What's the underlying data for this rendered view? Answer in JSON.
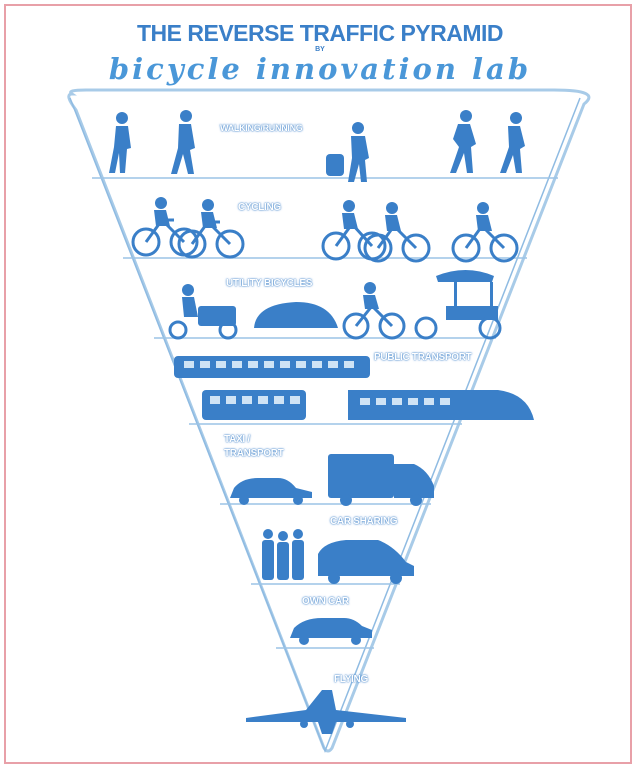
{
  "header": {
    "title": "THE REVERSE TRAFFIC PYRAMID",
    "by": "BY",
    "subtitle": "bicycle innovation lab"
  },
  "levels": [
    {
      "label": "WALKING/RUNNING"
    },
    {
      "label": "CYCLING"
    },
    {
      "label": "UTILITY BICYCLES"
    },
    {
      "label": "PUBLIC TRANSPORT"
    },
    {
      "label_line1": "TAXI /",
      "label_line2": "TRANSPORT"
    },
    {
      "label": "CAR SHARING"
    },
    {
      "label": "OWN CAR"
    },
    {
      "label": "FLYING"
    }
  ],
  "colors": {
    "primary": "#3a7fc8",
    "light": "#cfe3f5",
    "border": "#e8a0a8"
  }
}
